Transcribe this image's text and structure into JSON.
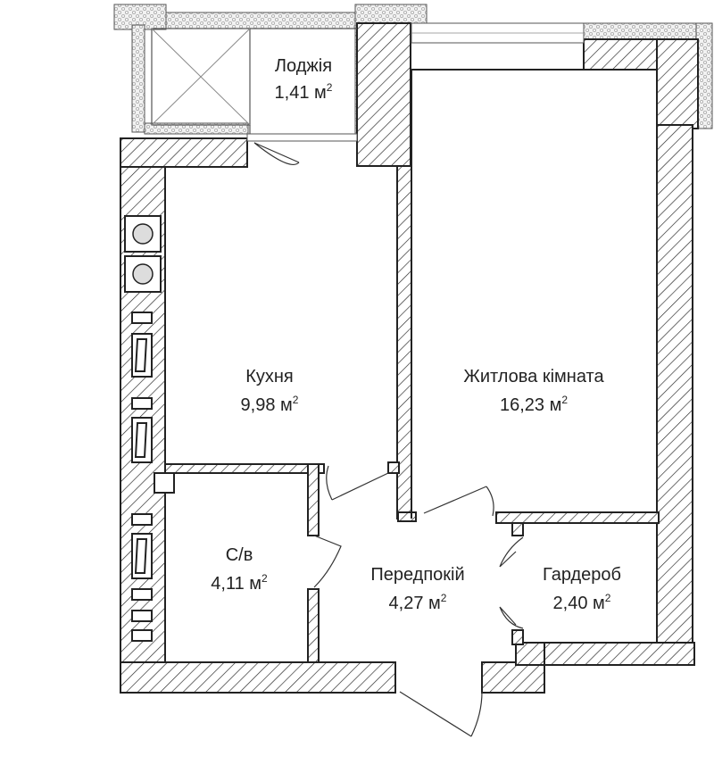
{
  "rooms": [
    {
      "id": "loggia",
      "name": "Лоджія",
      "area": "1,41 м",
      "sup": "2"
    },
    {
      "id": "kitchen",
      "name": "Кухня",
      "area": "9,98 м",
      "sup": "2"
    },
    {
      "id": "living",
      "name": "Житлова кімната",
      "area": "16,23 м",
      "sup": "2"
    },
    {
      "id": "bath",
      "name": "С/в",
      "area": "4,11 м",
      "sup": "2"
    },
    {
      "id": "hall",
      "name": "Передпокій",
      "area": "4,27 м",
      "sup": "2"
    },
    {
      "id": "wardrobe",
      "name": "Гардероб",
      "area": "2,40 м",
      "sup": "2"
    }
  ],
  "colors": {
    "wall": "#222222",
    "hatch": "#222222",
    "insulation": "#bbbbbb",
    "background": "#ffffff"
  }
}
